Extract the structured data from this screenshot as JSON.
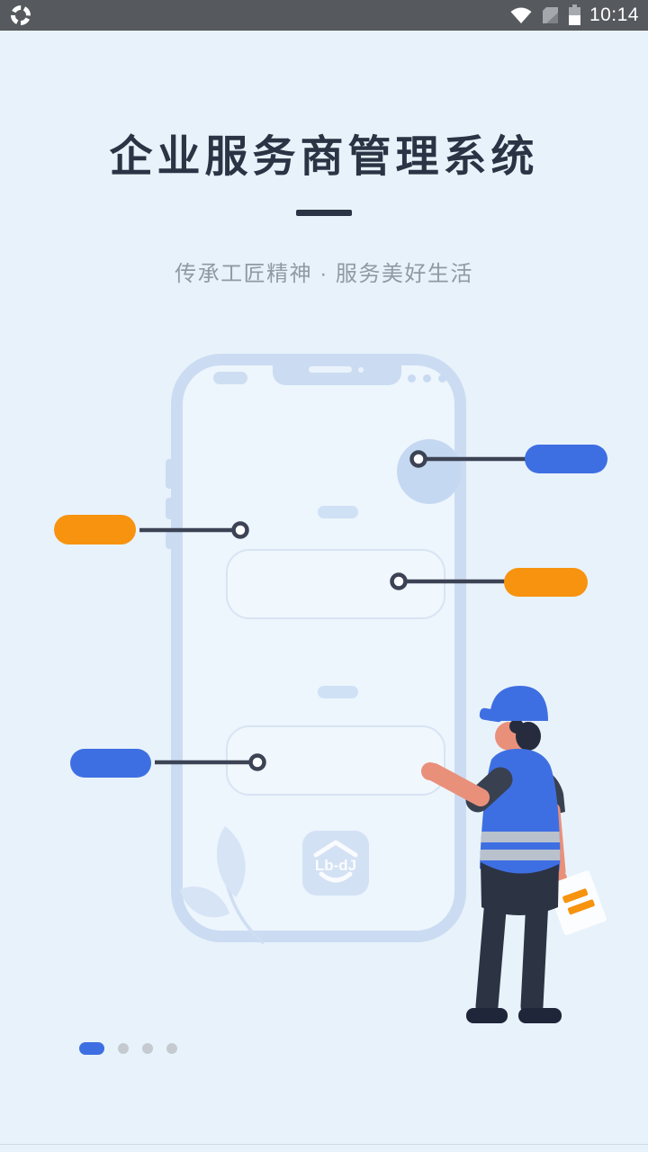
{
  "status_bar": {
    "time": "10:14",
    "left_icon": "sync-icon",
    "right_icons": [
      "wifi-icon",
      "no-sim-icon",
      "battery-icon"
    ]
  },
  "hero": {
    "title": "企业服务商管理系统",
    "subtitle": "传承工匠精神 · 服务美好生活"
  },
  "illustration": {
    "description": "phone wireframe with callout pills, plant leaves and construction worker",
    "phone_logo_text": "Lb-dJ",
    "callout_pills": [
      {
        "position": "top-right",
        "color": "#3e6fe2"
      },
      {
        "position": "mid-left",
        "color": "#f7930e"
      },
      {
        "position": "mid-right",
        "color": "#f7930e"
      },
      {
        "position": "lower-left",
        "color": "#3e6fe2"
      }
    ]
  },
  "pagination": {
    "total": 4,
    "active_index": 0
  },
  "colors": {
    "page_bg": "#e8f2fb",
    "status_bar_bg": "#56595d",
    "title_text": "#2b3444",
    "subtitle_text": "#9199a4",
    "accent_blue": "#3e6fe2",
    "accent_orange": "#f7930e",
    "phone_outline": "#cbdcf2",
    "phone_screen": "#edf5fd",
    "connector": "#3c4354",
    "inactive_dot": "#c5cad1",
    "skin": "#e9907b",
    "dark_clothes": "#2c3343"
  }
}
